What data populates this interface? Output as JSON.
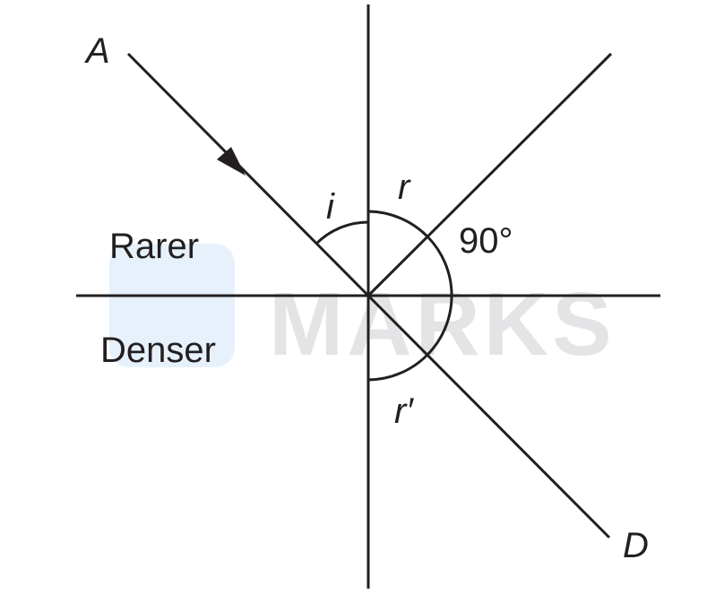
{
  "diagram": {
    "point_start": "A",
    "point_end": "D",
    "angle_incidence": "i",
    "angle_reflection": "r",
    "angle_refraction": "r′",
    "angle_between": "90°",
    "medium_top": "Rarer",
    "medium_bottom": "Denser"
  },
  "watermark": {
    "text": "MARKS"
  },
  "colors": {
    "line": "#231f20",
    "watermark_text": "#e4e4e6",
    "watermark_logo": "#e6f1fb"
  }
}
